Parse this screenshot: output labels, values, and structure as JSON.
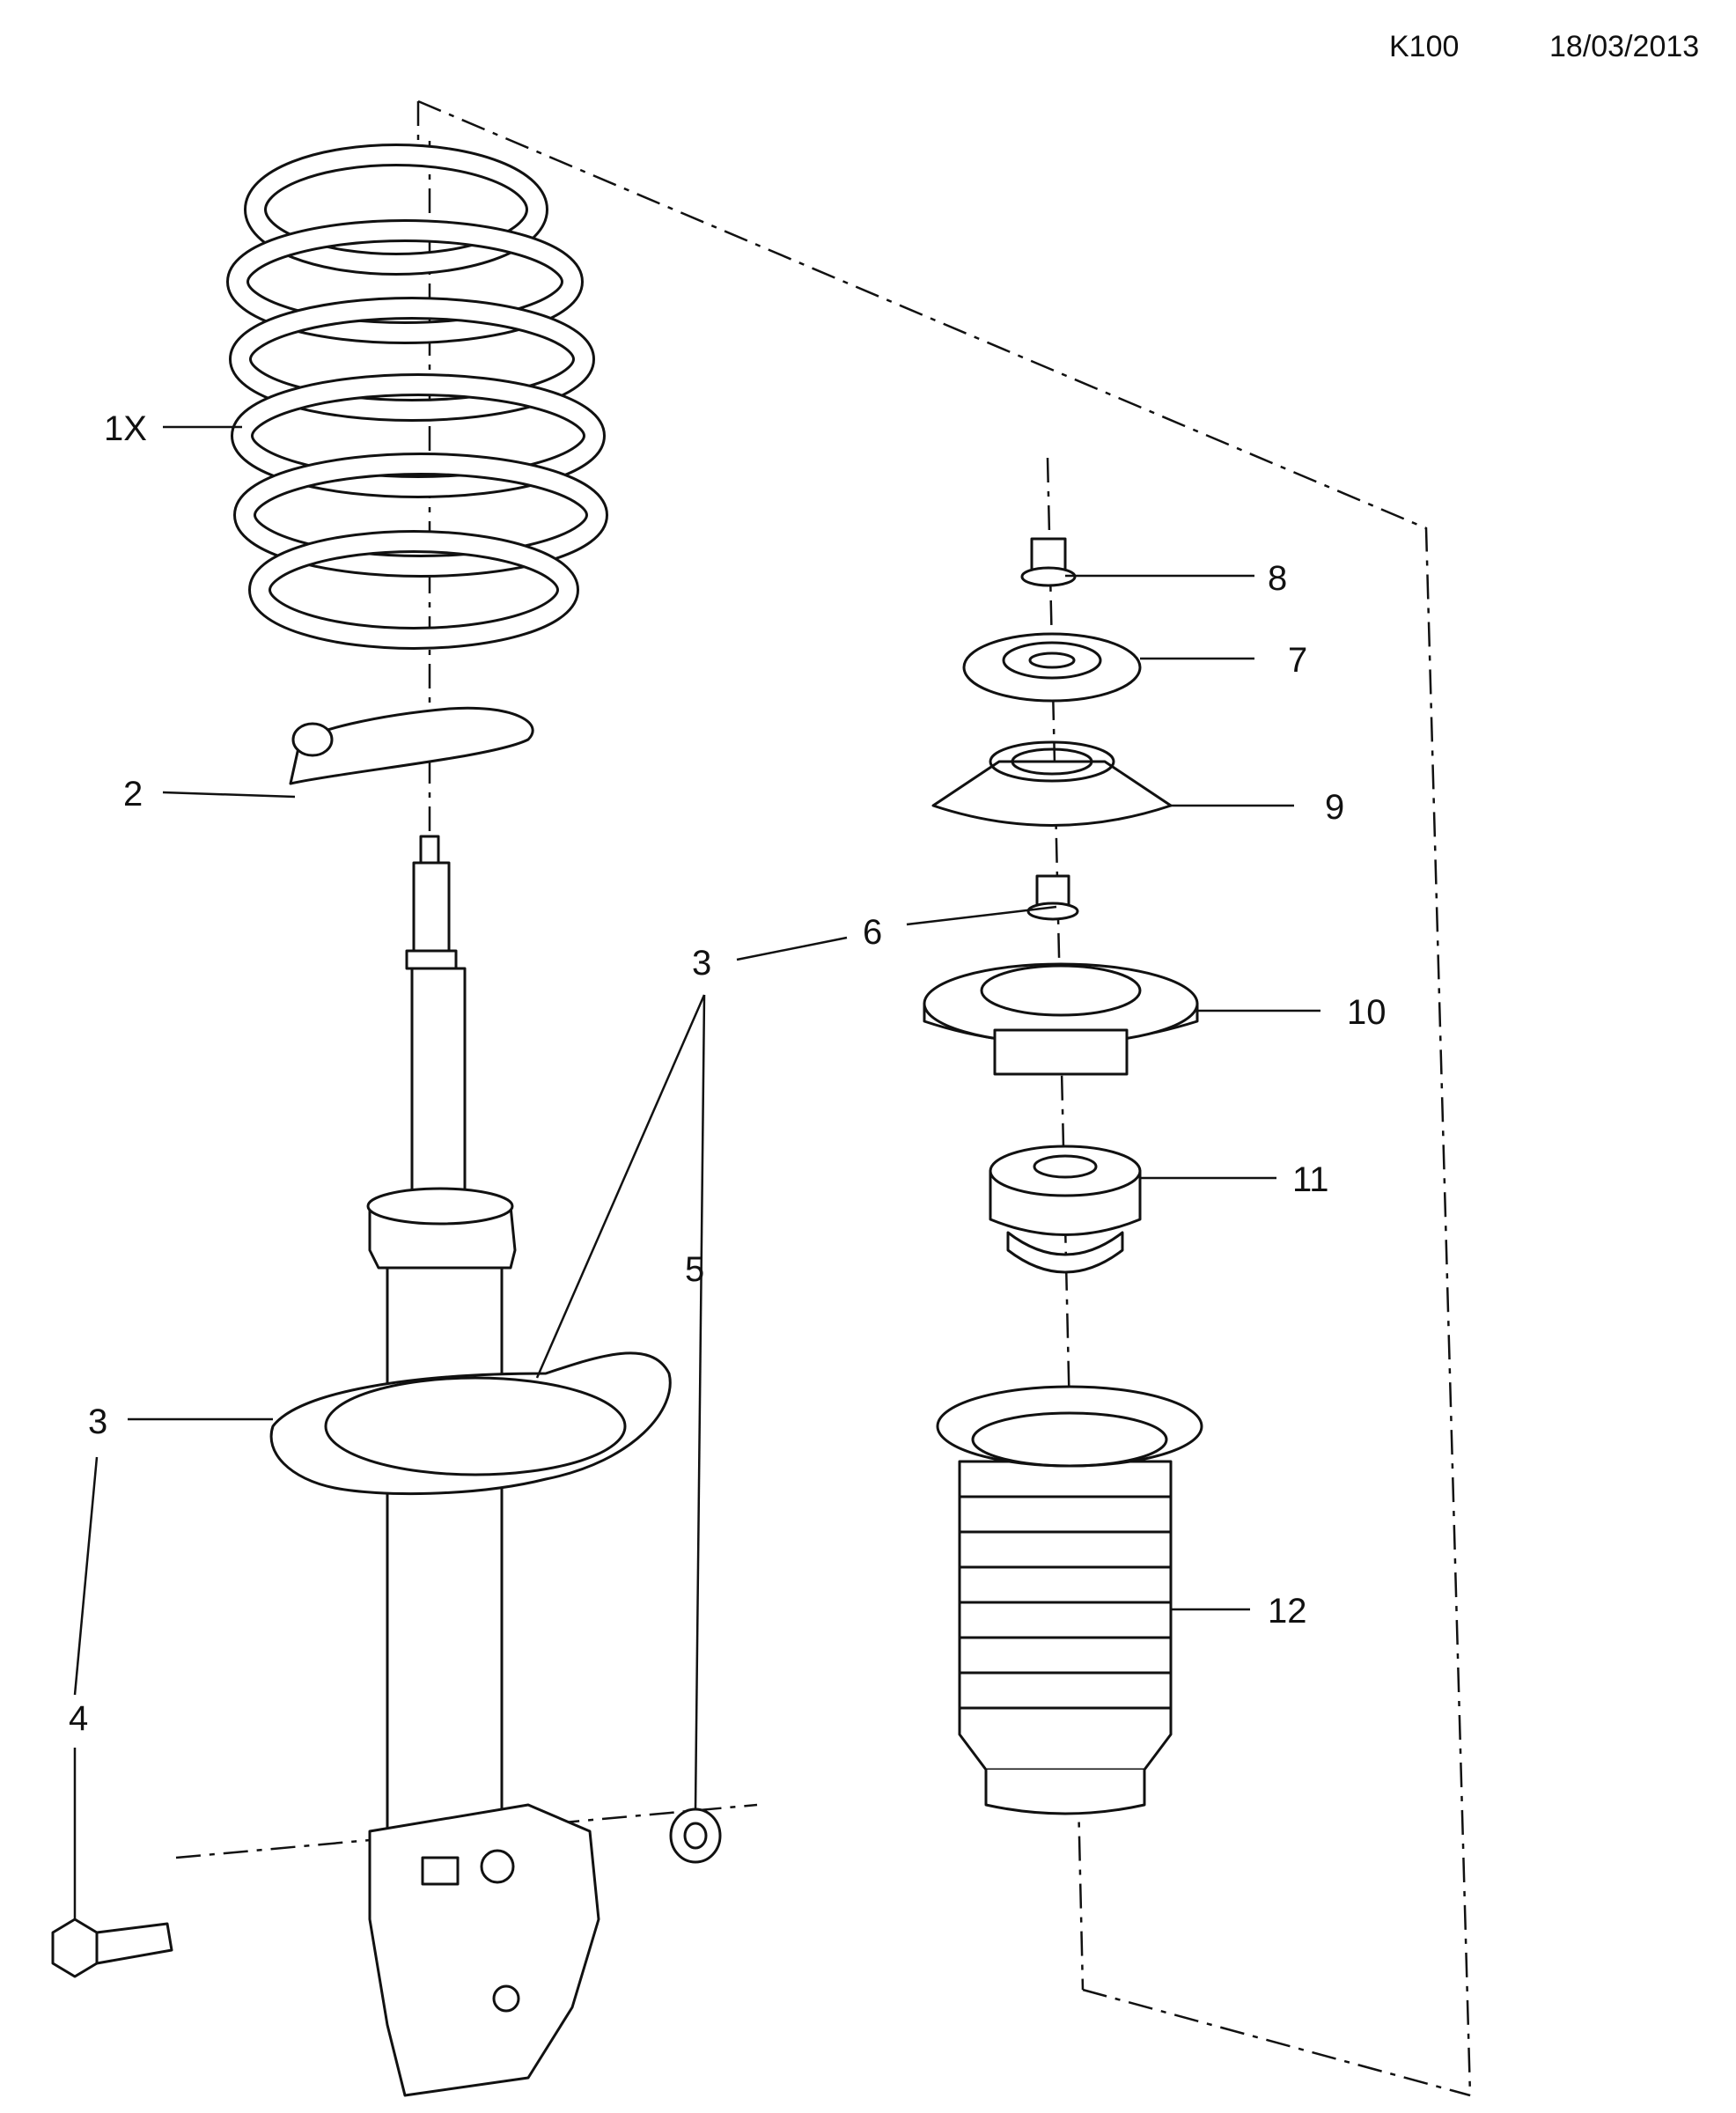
{
  "header": {
    "code": "K100",
    "date": "18/03/2013"
  },
  "callouts": {
    "spring": "1X",
    "spring_seat_lower": "2",
    "mount_plate": "3",
    "mount_plate_upper": "3",
    "bolt": "4",
    "nut_bracket": "5",
    "nut_lower": "6",
    "bearing": "7",
    "nut_top": "8",
    "top_mount": "9",
    "spring_seat_upper": "10",
    "bump_stop": "11",
    "dust_boot": "12"
  }
}
